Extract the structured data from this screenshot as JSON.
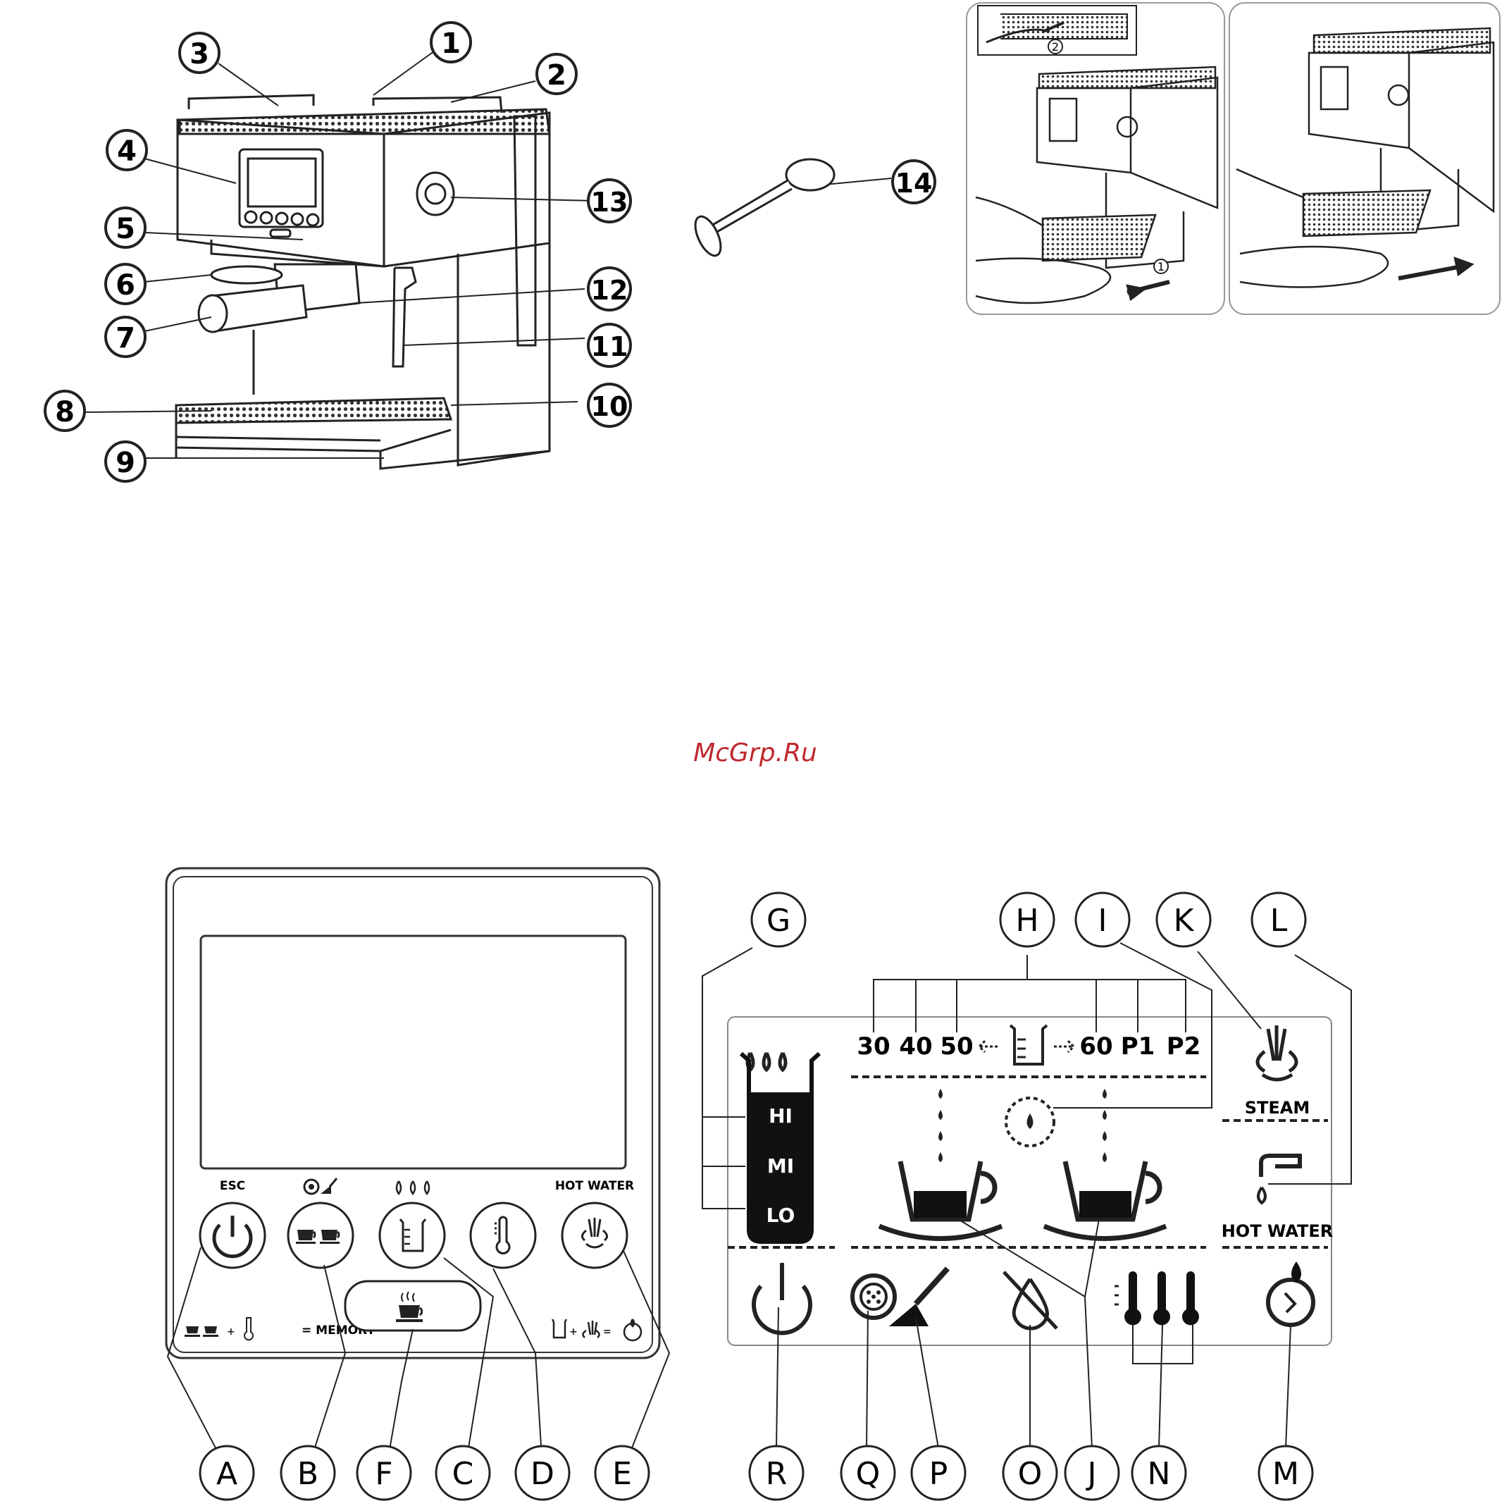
{
  "watermark": "McGrp.Ru",
  "machine_callouts": [
    "1",
    "2",
    "3",
    "4",
    "5",
    "6",
    "7",
    "8",
    "9",
    "10",
    "11",
    "12",
    "13",
    "14"
  ],
  "step_badges": [
    "1",
    "2"
  ],
  "panel_buttons": {
    "esc": "ESC",
    "hot_water": "HOT WATER",
    "memory_text": "= MEMORY"
  },
  "panel_callouts": [
    "A",
    "B",
    "F",
    "C",
    "D",
    "E"
  ],
  "display": {
    "levels": [
      "HI",
      "MI",
      "LO"
    ],
    "volumes": [
      "30",
      "40",
      "50",
      "60",
      "P1",
      "P2"
    ],
    "steam": "STEAM",
    "hot_water": "HOT WATER"
  },
  "display_top_callouts": [
    "G",
    "H",
    "I",
    "K",
    "L"
  ],
  "display_bottom_callouts": [
    "R",
    "Q",
    "P",
    "O",
    "J",
    "N",
    "M"
  ],
  "icons": [
    "power-icon",
    "double-cup-icon",
    "beaker-icon",
    "thermometer-icon",
    "steam-icon",
    "cup-icon",
    "drop-icon",
    "filter-scoop-icon",
    "no-water-icon",
    "faucet-icon",
    "descale-icon",
    "scoop-tamper-icon"
  ]
}
